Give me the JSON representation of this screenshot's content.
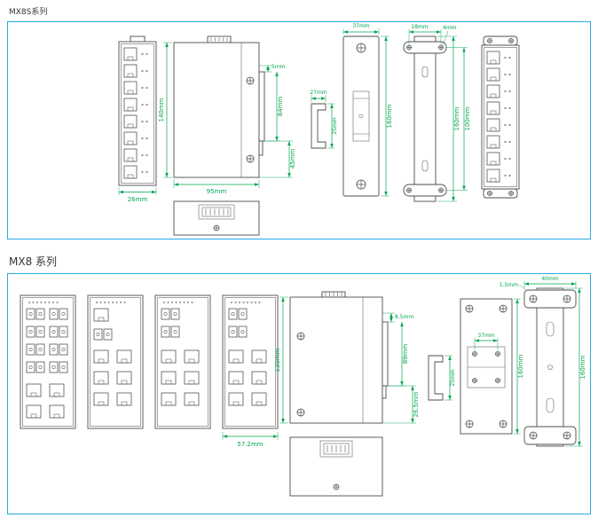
{
  "colors": {
    "box_border": "#29ABE2",
    "dimension_green": "#00A651",
    "drawing_line": "#4D4D4D"
  },
  "sections": {
    "mx8s": {
      "title": "MX8S系列",
      "dims": {
        "front_width": "26mm",
        "body_height": "140mm",
        "body_depth": "95mm",
        "rail_top_offset": "5mm",
        "rail_length": "84mm",
        "rail_lower": "45mm",
        "clip_width": "27mm",
        "clip_height": "25mm",
        "plate_width": "37mm",
        "plate_height": "160mm",
        "ear_hole_spacing": "18mm",
        "ear_hole_diameter": "4mm",
        "bracket_height": "160mm",
        "bracket_hole_spacing": "100mm"
      }
    },
    "mx8": {
      "title": "MX8 系列",
      "dims": {
        "front_width": "57.2mm",
        "body_height": "130mm",
        "rail_top_offset": "8.5mm",
        "rail_length": "89mm",
        "rail_lower": "26.5mm",
        "clip_height": "25mm",
        "plate_center_width": "37mm",
        "plate_height": "160mm",
        "bracket_width": "40mm",
        "bracket_thickness": "1.5mm",
        "bracket_height": "160mm"
      }
    }
  }
}
